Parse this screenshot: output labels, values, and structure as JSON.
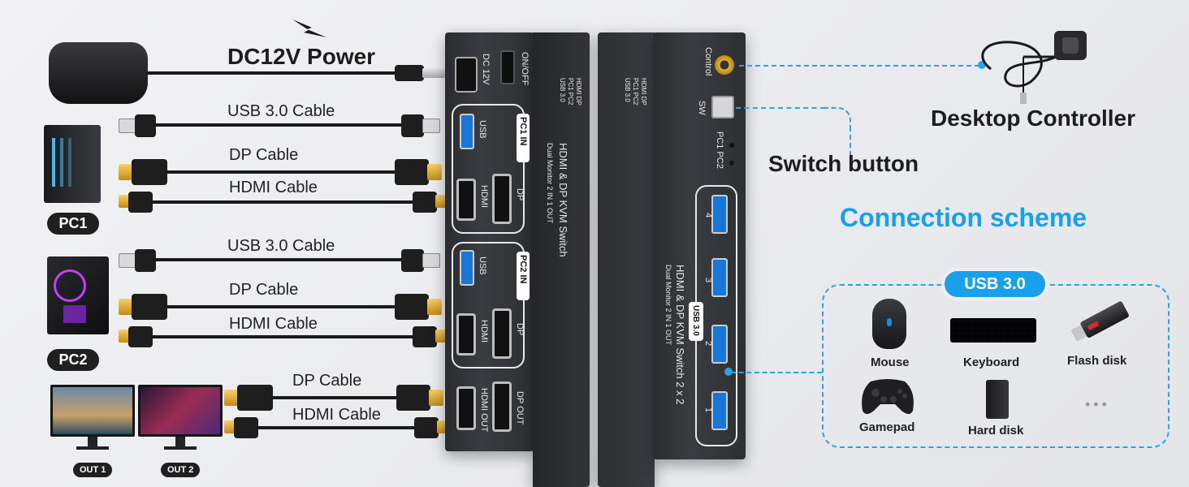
{
  "power": {
    "label": "DC12V Power"
  },
  "pcs": [
    {
      "badge": "PC1",
      "cables": [
        "USB 3.0 Cable",
        "DP Cable",
        "HDMI Cable"
      ]
    },
    {
      "badge": "PC2",
      "cables": [
        "USB 3.0 Cable",
        "DP Cable",
        "HDMI Cable"
      ]
    }
  ],
  "outputs": {
    "badges": [
      "OUT 1",
      "OUT 2"
    ],
    "cables": [
      "DP Cable",
      "HDMI Cable"
    ]
  },
  "kvm_back": {
    "dc_label": "DC 12V",
    "onoff_label": "ON/OFF",
    "led_labels": [
      "HDMI DP",
      "PC1 PC2",
      "USB 3.0"
    ],
    "group1": {
      "title": "PC1 IN",
      "usb": "USB",
      "hdmi": "HDMI",
      "dp": "DP"
    },
    "group2": {
      "title": "PC2 IN",
      "usb": "USB",
      "hdmi": "HDMI",
      "dp": "DP"
    },
    "out": {
      "hdmi": "HDMI OUT",
      "dp": "DP OUT"
    },
    "product": "HDMI & DP KVM Switch",
    "product_sub": "Dual Monitor 2 IN 1 OUT"
  },
  "kvm_front": {
    "control_label": "Control",
    "sw_label": "SW",
    "pc_labels": "PC1 PC2",
    "led_labels": [
      "HDMI DP",
      "PC1 PC2",
      "USB 3.0"
    ],
    "usb_badge": "USB 3.0",
    "port_numbers": [
      "4",
      "3",
      "2",
      "1"
    ],
    "product": "HDMI & DP KVM Switch 2 x 2",
    "product_sub": "Dual Monitor 2 IN 1 OUT"
  },
  "right": {
    "desktop_controller": "Desktop Controller",
    "switch_button": "Switch button",
    "scheme_title": "Connection scheme",
    "usb_pill": "USB 3.0",
    "devices": [
      "Mouse",
      "Keyboard",
      "Flash disk",
      "Gamepad",
      "Hard disk"
    ],
    "more": "•••"
  },
  "colors": {
    "accent": "#19a0ec",
    "device": "#2d2e33",
    "badge": "#1f1f1f"
  }
}
